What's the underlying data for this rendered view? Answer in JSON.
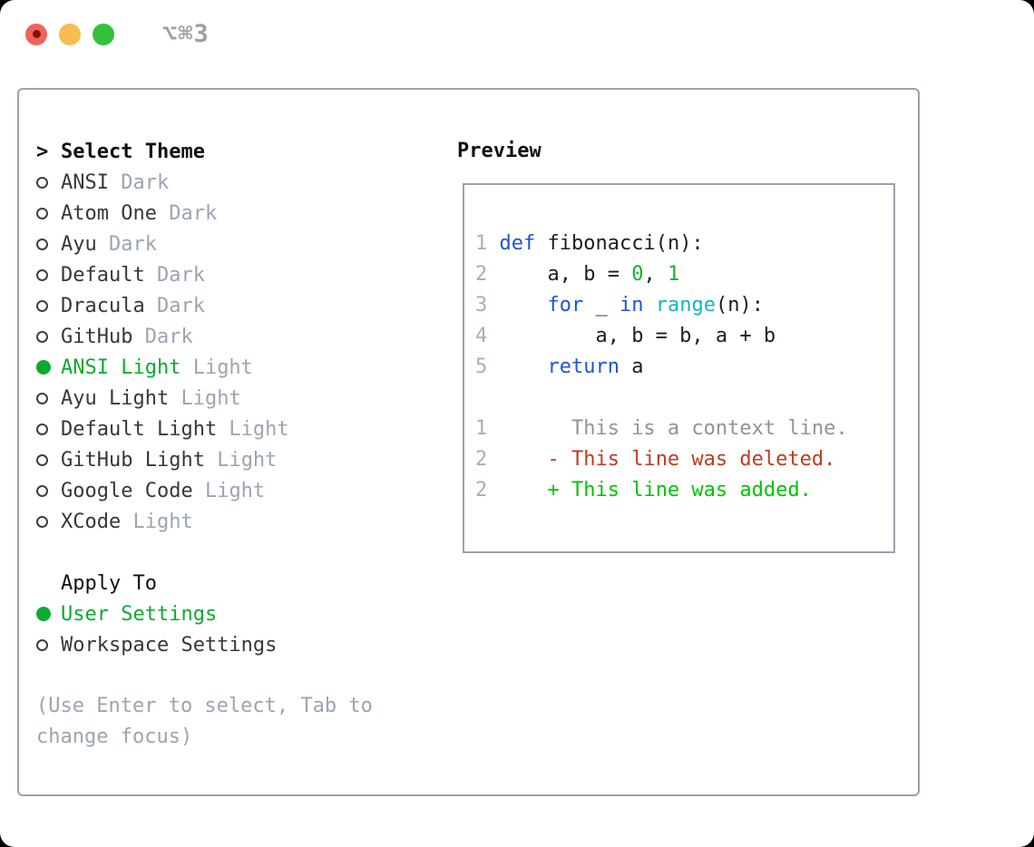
{
  "window": {
    "shortcut_label": "⌥⌘3",
    "traffic_lights": {
      "close_color": "#f0635a",
      "close_dot_color": "#7e150b",
      "minimize_color": "#f6bd4f",
      "zoom_color": "#33c13d"
    }
  },
  "theme_picker": {
    "title_prefix": ">",
    "title": "Select Theme",
    "themes": [
      {
        "name": "ANSI",
        "tag": "Dark",
        "selected": false
      },
      {
        "name": "Atom One",
        "tag": "Dark",
        "selected": false
      },
      {
        "name": "Ayu",
        "tag": "Dark",
        "selected": false
      },
      {
        "name": "Default",
        "tag": "Dark",
        "selected": false
      },
      {
        "name": "Dracula",
        "tag": "Dark",
        "selected": false
      },
      {
        "name": "GitHub",
        "tag": "Dark",
        "selected": false
      },
      {
        "name": "ANSI Light",
        "tag": "Light",
        "selected": true
      },
      {
        "name": "Ayu Light",
        "tag": "Light",
        "selected": false
      },
      {
        "name": "Default Light",
        "tag": "Light",
        "selected": false
      },
      {
        "name": "GitHub Light",
        "tag": "Light",
        "selected": false
      },
      {
        "name": "Google Code",
        "tag": "Light",
        "selected": false
      },
      {
        "name": "XCode",
        "tag": "Light",
        "selected": false
      }
    ]
  },
  "apply_to": {
    "title": "Apply To",
    "options": [
      {
        "label": "User Settings",
        "selected": true
      },
      {
        "label": "Workspace Settings",
        "selected": false
      }
    ]
  },
  "help_text": "(Use Enter to select, Tab to change focus)",
  "preview": {
    "title": "Preview",
    "lines": [
      {
        "tokens": [
          [
            "1 ",
            "num"
          ],
          [
            "def",
            "kw"
          ],
          [
            " fibonacci(n):",
            "fg"
          ]
        ]
      },
      {
        "tokens": [
          [
            "2 ",
            "num"
          ],
          [
            "    a, b = ",
            "fg"
          ],
          [
            "0",
            "grn"
          ],
          [
            ", ",
            "fg"
          ],
          [
            "1",
            "grn"
          ]
        ]
      },
      {
        "tokens": [
          [
            "3 ",
            "num"
          ],
          [
            "    ",
            "fg"
          ],
          [
            "for",
            "kw"
          ],
          [
            " _ ",
            "fg"
          ],
          [
            "in",
            "kw"
          ],
          [
            " ",
            "fg"
          ],
          [
            "range",
            "cy"
          ],
          [
            "(n):",
            "fg"
          ]
        ]
      },
      {
        "tokens": [
          [
            "4 ",
            "num"
          ],
          [
            "        a, b = b, a + b",
            "fg"
          ]
        ]
      },
      {
        "tokens": [
          [
            "5 ",
            "num"
          ],
          [
            "    ",
            "fg"
          ],
          [
            "return",
            "kw"
          ],
          [
            " a",
            "fg"
          ]
        ]
      },
      {
        "tokens": []
      },
      {
        "tokens": [
          [
            "1",
            "num"
          ],
          [
            "       This is a context line.",
            "ctx"
          ]
        ]
      },
      {
        "tokens": [
          [
            "2",
            "num"
          ],
          [
            "     ",
            "fg"
          ],
          [
            "- This line was deleted.",
            "del"
          ]
        ]
      },
      {
        "tokens": [
          [
            "2",
            "num"
          ],
          [
            "     ",
            "fg"
          ],
          [
            "+ This line was added.",
            "add"
          ]
        ]
      }
    ]
  },
  "colors": {
    "accent_green": "#0cab30",
    "keyword_blue": "#1b55db",
    "builtin_cyan": "#14b3c6",
    "number_green": "#0fb42c",
    "deleted_red": "#c23a21",
    "added_green": "#02c303",
    "muted_gray": "#9aa5b2",
    "panel_border": "#99a2ae"
  }
}
